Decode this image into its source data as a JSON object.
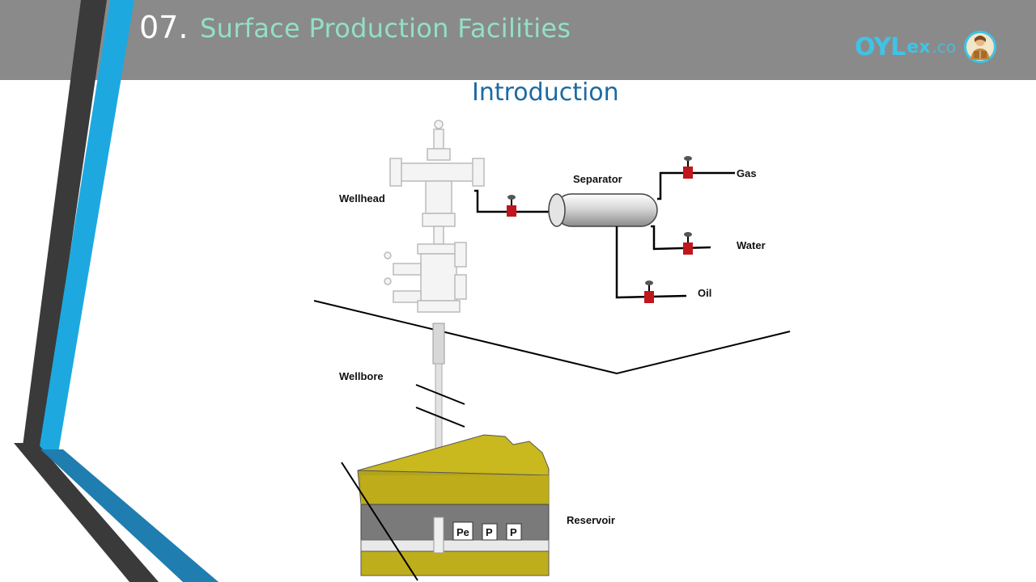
{
  "header": {
    "slide_number": "07.",
    "title": "Surface Production Facilities"
  },
  "logo": {
    "main": "OYL",
    "ex": "ex",
    "co": ".co",
    "icon": "person-reading-icon"
  },
  "slide": {
    "subtitle": "Introduction"
  },
  "diagram": {
    "labels": {
      "wellhead": "Wellhead",
      "separator": "Separator",
      "gas": "Gas",
      "water": "Water",
      "oil": "Oil",
      "wellbore": "Wellbore",
      "reservoir": "Reservoir",
      "pe": "Pe",
      "p1": "P",
      "p2": "P"
    }
  },
  "colors": {
    "header": "#8a8a8a",
    "title": "#93dfc8",
    "accent_blue": "#1ea8e0",
    "dark_stripe": "#3a3a3a",
    "subtitle": "#1c6aa3",
    "valve": "#c0161c",
    "reservoir_sand": "#c9b81e"
  }
}
